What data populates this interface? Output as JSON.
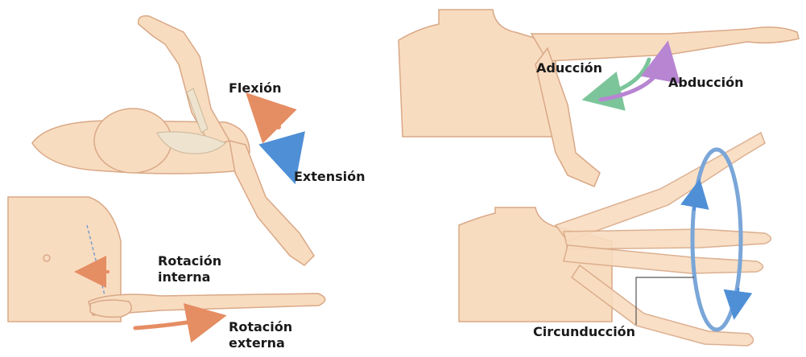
{
  "labels": {
    "flexion": "Flexión",
    "extension": "Extensión",
    "aduccion": "Aducción",
    "abduccion": "Abducción",
    "rotacion_interna_1": "Rotación",
    "rotacion_interna_2": "interna",
    "rotacion_externa_1": "Rotación",
    "rotacion_externa_2": "externa",
    "circunduccion": "Circunducción"
  },
  "colors": {
    "skin": "#f8dcc0",
    "skin_stroke": "#d9a886",
    "bone": "#eee3cf",
    "arrow_orange": "#e58d63",
    "arrow_blue": "#4f8fd6",
    "arrow_green": "#7cc59a",
    "arrow_purple": "#b785d2",
    "ring_blue": "#7aa6d8",
    "text": "#1a1a1a"
  }
}
